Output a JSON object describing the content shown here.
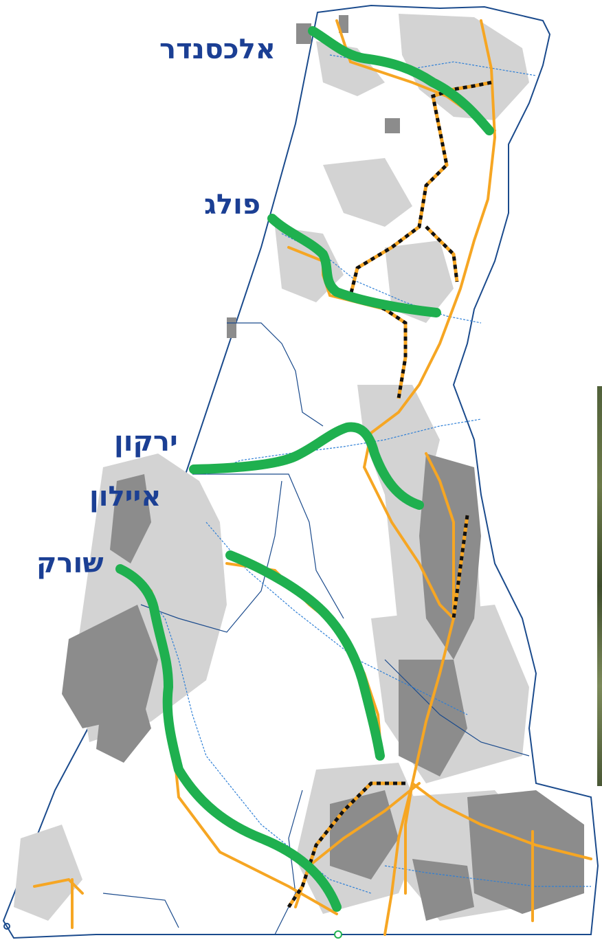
{
  "map": {
    "labels": {
      "alexander": "אלכסנדר",
      "poleg": "פולג",
      "yarkon": "ירקון",
      "ayalon": "איילון",
      "sorek": "שורק"
    }
  },
  "colors": {
    "corridor_green": "#1fb04f",
    "road_orange": "#f6a623",
    "railway_black": "#111111",
    "boundary_blue": "#1a4a8c",
    "stream_blue": "#2e7fd6",
    "label_blue": "#1b3f94",
    "open_space_light_gray": "#d0d0d0",
    "open_space_dark_gray": "#8a8a8a",
    "built_area_white": "#ffffff"
  },
  "legend_icons": {
    "corridor": "green-ecological-corridor",
    "road": "orange-road-line",
    "railway": "black-orange-dashed-railway"
  }
}
